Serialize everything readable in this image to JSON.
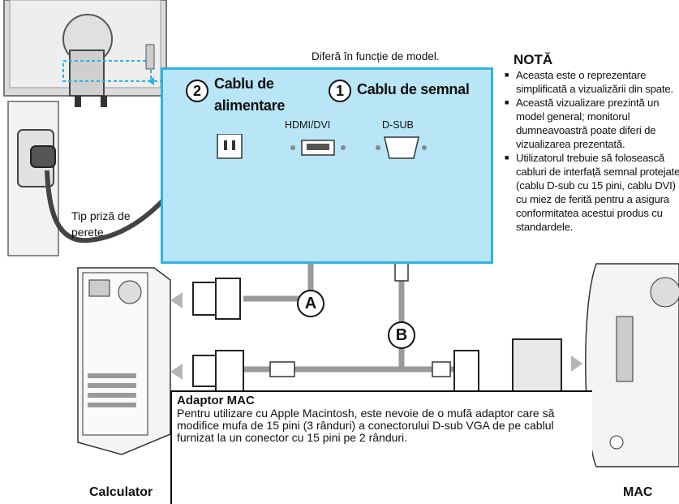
{
  "variant_note": "Diferă în funcție de model.",
  "power": {
    "number": "2",
    "label_line1": "Cablu de",
    "label_line2": "alimentare"
  },
  "signal": {
    "number": "1",
    "label": "Cablu de semnal"
  },
  "ports": {
    "hdmi_dvi": "HDMI/DVI",
    "dsub": "D-SUB"
  },
  "note": {
    "title": "NOTĂ",
    "items": [
      "Aceasta este o reprezentare simplificată a vizualizării din spate.",
      "Această vizualizare prezintă un model general; monitorul dumneavoastră poate diferi de vizualizarea prezentată.",
      "Utilizatorul trebuie să folosească cabluri de interfață semnal protejate (cablu D-sub cu 15 pini, cablu DVI) cu miez de ferită pentru a asigura conformitatea acestui produs cu standardele."
    ]
  },
  "wall_socket": {
    "line1": "Tip priză de",
    "line2": "perete"
  },
  "cable_a": "A",
  "cable_b": "B",
  "computer_label": "Calculator",
  "mac_label": "MAC",
  "mac_adapter": {
    "title": "Adaptor MAC",
    "text": "Pentru utilizare cu Apple Macintosh, este nevoie de o mufă adaptor care să modifice mufa de 15 pini (3 rânduri) a conectorului D-sub VGA de pe cablul furnizat la un conector cu 15 pini pe 2 rânduri."
  },
  "colors": {
    "panel_fill": "#b8e6f6",
    "panel_border": "#2bb3e3",
    "cable": "#9a9a9a",
    "arrow": "#b5b5b5"
  }
}
